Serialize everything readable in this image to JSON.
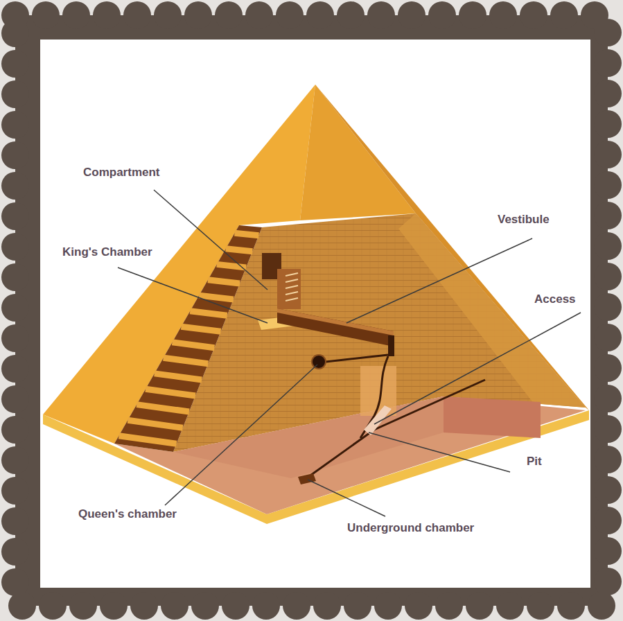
{
  "diagram": {
    "labels": [
      "Compartment",
      "King's Chamber",
      "Vestibule",
      "Access",
      "Pit",
      "Queen's chamber",
      "Underground chamber"
    ]
  }
}
